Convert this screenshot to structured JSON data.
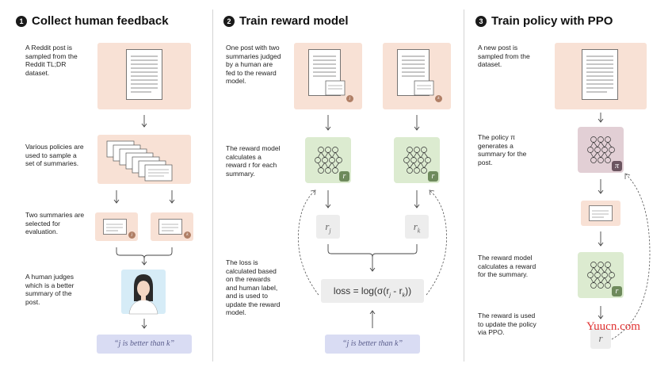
{
  "steps": [
    {
      "number": "1",
      "title": "Collect human feedback",
      "descriptions": [
        "A Reddit post is sampled from the Reddit TL;DR dataset.",
        "Various policies are used to sample a set of summaries.",
        "Two summaries are selected for evaluation.",
        "A human judges which is a better summary of the post."
      ],
      "summary_labels": [
        "j",
        "k"
      ],
      "judgement": "“j is better than k”"
    },
    {
      "number": "2",
      "title": "Train reward model",
      "descriptions": [
        "One post with two summaries judged by a human are fed to the reward model.",
        "The reward model calculates a reward r for each summary.",
        "The loss is calculated based on the rewards and human label, and is used to update the reward model."
      ],
      "summary_labels": [
        "j",
        "k"
      ],
      "reward_badge": "r",
      "reward_j": "r",
      "reward_j_sub": "j",
      "reward_k": "r",
      "reward_k_sub": "k",
      "loss_prefix": "loss = log(σ(r",
      "loss_sub_j": "j",
      "loss_mid": " - r",
      "loss_sub_k": "k",
      "loss_suffix": "))",
      "judgement": "“j is better than k”"
    },
    {
      "number": "3",
      "title": "Train policy with PPO",
      "descriptions": [
        "A new post is sampled from the dataset.",
        "The policy π generates a summary for the post.",
        "The reward model calculates a reward for the summary.",
        "The reward is used to update the policy via PPO."
      ],
      "policy_badge": "π",
      "reward_badge": "r",
      "reward_value": "r"
    }
  ],
  "watermark": "Yuucn.com",
  "colors": {
    "peach": "#f8e1d5",
    "green": "#dcebd0",
    "purple": "#e2cfd5",
    "lavender": "#d9dcf3",
    "grey": "#ededed"
  }
}
